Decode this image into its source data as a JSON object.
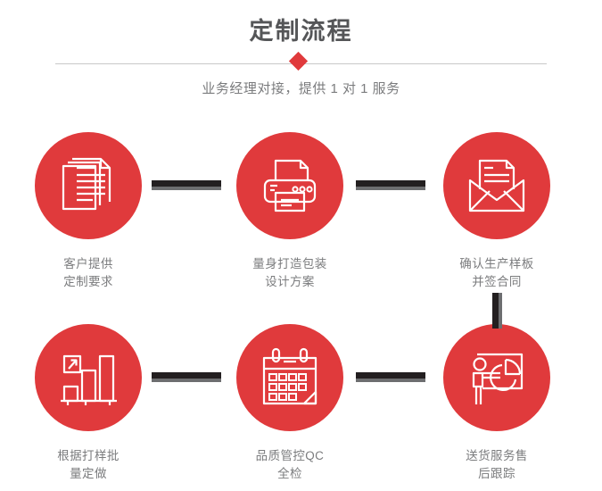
{
  "header": {
    "title": "定制流程",
    "subtitle": "业务经理对接，提供 1 对 1 服务",
    "divider_icon": "diamond-icon"
  },
  "colors": {
    "accent_red": "#e03a3c",
    "connector_dark": "#231f20",
    "connector_shadow": "#6d6e70",
    "title_gray": "#555658",
    "text_gray": "#7b7c7e",
    "rule_gray": "#c9c9c9",
    "background": "#ffffff"
  },
  "flow": {
    "steps": [
      {
        "id": "step-1",
        "icon": "documents-stack-icon",
        "label": "客户提供\n定制要求"
      },
      {
        "id": "step-2",
        "icon": "printer-icon",
        "label": "量身打造包装\n设计方案"
      },
      {
        "id": "step-3",
        "icon": "envelope-document-icon",
        "label": "确认生产样板\n并签合同"
      },
      {
        "id": "step-4",
        "icon": "bar-chart-growth-icon",
        "label": "根据打样批\n量定做"
      },
      {
        "id": "step-5",
        "icon": "calendar-icon",
        "label": "品质管控QC\n全检"
      },
      {
        "id": "step-6",
        "icon": "presentation-person-icon",
        "label": "送货服务售\n后跟踪"
      }
    ],
    "connectors": [
      {
        "id": "connector-1-2",
        "orientation": "horizontal"
      },
      {
        "id": "connector-2-3",
        "orientation": "horizontal"
      },
      {
        "id": "connector-3-6",
        "orientation": "vertical"
      },
      {
        "id": "connector-4-5",
        "orientation": "horizontal"
      },
      {
        "id": "connector-5-6",
        "orientation": "horizontal"
      }
    ]
  }
}
